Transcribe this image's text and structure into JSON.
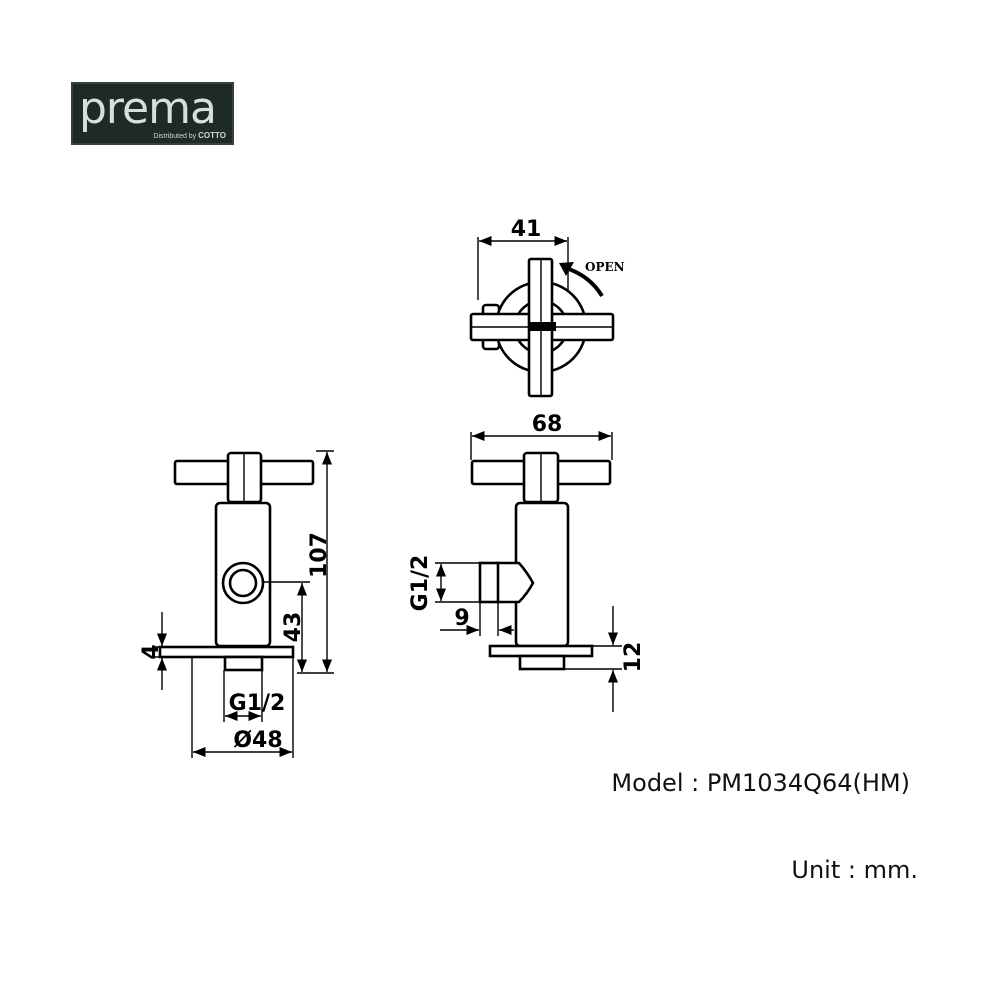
{
  "logo": {
    "wordmark": "prema",
    "tagline": "Distributed by",
    "brand": "COTTO"
  },
  "dimensions": {
    "front_top_width": "41",
    "open_label": "OPEN",
    "side_handle_width": "68",
    "inlet_thread": "G1/2",
    "inlet_length": "9",
    "base_thickness_right": "12",
    "total_height": "107",
    "outlet_height": "43",
    "base_thickness_left": "4",
    "bottom_thread": "G1/2",
    "flange_diameter": "Ø48"
  },
  "model_line": "Model : PM1034Q64(HM)",
  "unit_line": "Unit : mm.",
  "colors": {
    "logo_bg": "#1e2a26",
    "ink": "#000000"
  }
}
